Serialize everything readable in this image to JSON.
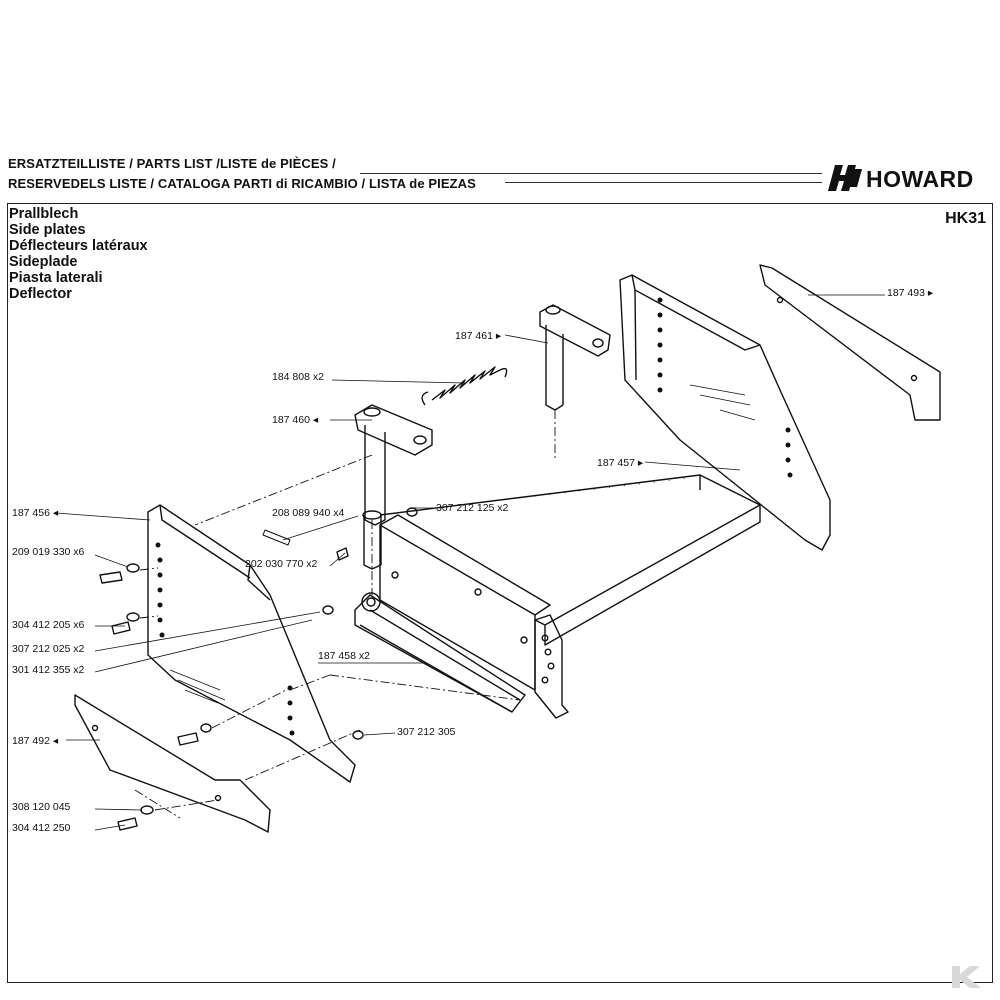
{
  "header": {
    "line1": "ERSATZTEILLISTE / PARTS LIST /LISTE de PIÈCES /",
    "line2": "RESERVEDELS LISTE / CATALOGA PARTI di RICAMBIO / LISTA de PIEZAS"
  },
  "brand": {
    "name": "HOWARD",
    "icon": "howard-logo-icon"
  },
  "model": "HK31",
  "titles": [
    "Prallblech",
    "Side plates",
    "Déflecteurs latéraux",
    "Sideplade",
    "Piasta laterali",
    "Deflector"
  ],
  "callouts": [
    {
      "id": "c-187493",
      "text": "187 493",
      "arrow": "right"
    },
    {
      "id": "c-187461",
      "text": "187 461",
      "arrow": "right"
    },
    {
      "id": "c-184808",
      "text": "184 808 x2",
      "arrow": ""
    },
    {
      "id": "c-187460",
      "text": "187 460",
      "arrow": "left"
    },
    {
      "id": "c-187457",
      "text": "187 457",
      "arrow": "right"
    },
    {
      "id": "c-187456",
      "text": "187 456",
      "arrow": "left"
    },
    {
      "id": "c-208089940",
      "text": "208 089 940 x4",
      "arrow": ""
    },
    {
      "id": "c-307212125",
      "text": "307 212 125 x2",
      "arrow": ""
    },
    {
      "id": "c-209019330",
      "text": "209 019 330 x6",
      "arrow": ""
    },
    {
      "id": "c-202030770",
      "text": "202 030 770 x2",
      "arrow": ""
    },
    {
      "id": "c-304412205",
      "text": "304 412 205 x6",
      "arrow": ""
    },
    {
      "id": "c-307212025",
      "text": "307 212 025 x2",
      "arrow": ""
    },
    {
      "id": "c-187458",
      "text": "187 458 x2",
      "arrow": ""
    },
    {
      "id": "c-301412355",
      "text": "301 412 355 x2",
      "arrow": ""
    },
    {
      "id": "c-307212305",
      "text": "307 212 305",
      "arrow": ""
    },
    {
      "id": "c-187492",
      "text": "187 492",
      "arrow": "left"
    },
    {
      "id": "c-308120045",
      "text": "308 120 045",
      "arrow": ""
    },
    {
      "id": "c-304412250",
      "text": "304 412 250",
      "arrow": ""
    }
  ]
}
